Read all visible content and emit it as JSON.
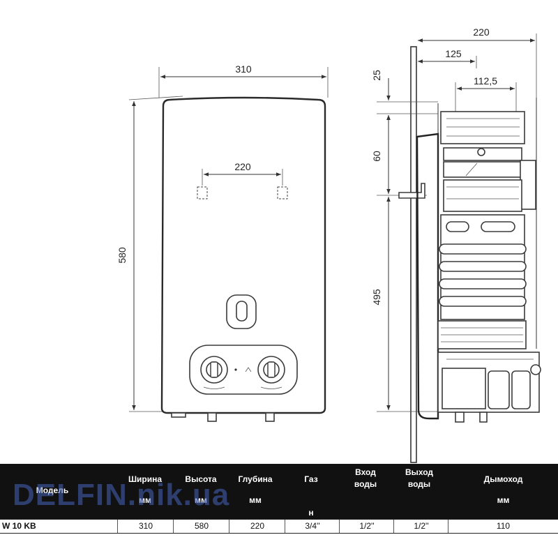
{
  "dimensions": {
    "front_width": "310",
    "front_height": "580",
    "front_mount_spacing": "220",
    "side_depth_total": "220",
    "side_depth_125": "125",
    "side_depth_112": "112,5",
    "side_top_25": "25",
    "side_60": "60",
    "side_495": "495"
  },
  "table": {
    "headers": [
      {
        "line1": "Модель",
        "line2": ""
      },
      {
        "line1": "Ширина",
        "line2": "мм"
      },
      {
        "line1": "Высота",
        "line2": "мм"
      },
      {
        "line1": "Глубина",
        "line2": "мм"
      },
      {
        "line1": "Газ",
        "line2": "н"
      },
      {
        "line1": "Вход",
        "line2": "воды"
      },
      {
        "line1": "Выход",
        "line2": "воды"
      },
      {
        "line1": "Дымоход",
        "line2": "мм"
      }
    ],
    "row": [
      "W 10 KB",
      "310",
      "580",
      "220",
      "3/4''",
      "1/2''",
      "1/2''",
      "110"
    ]
  },
  "watermark": "DELFIN.nik.ua"
}
